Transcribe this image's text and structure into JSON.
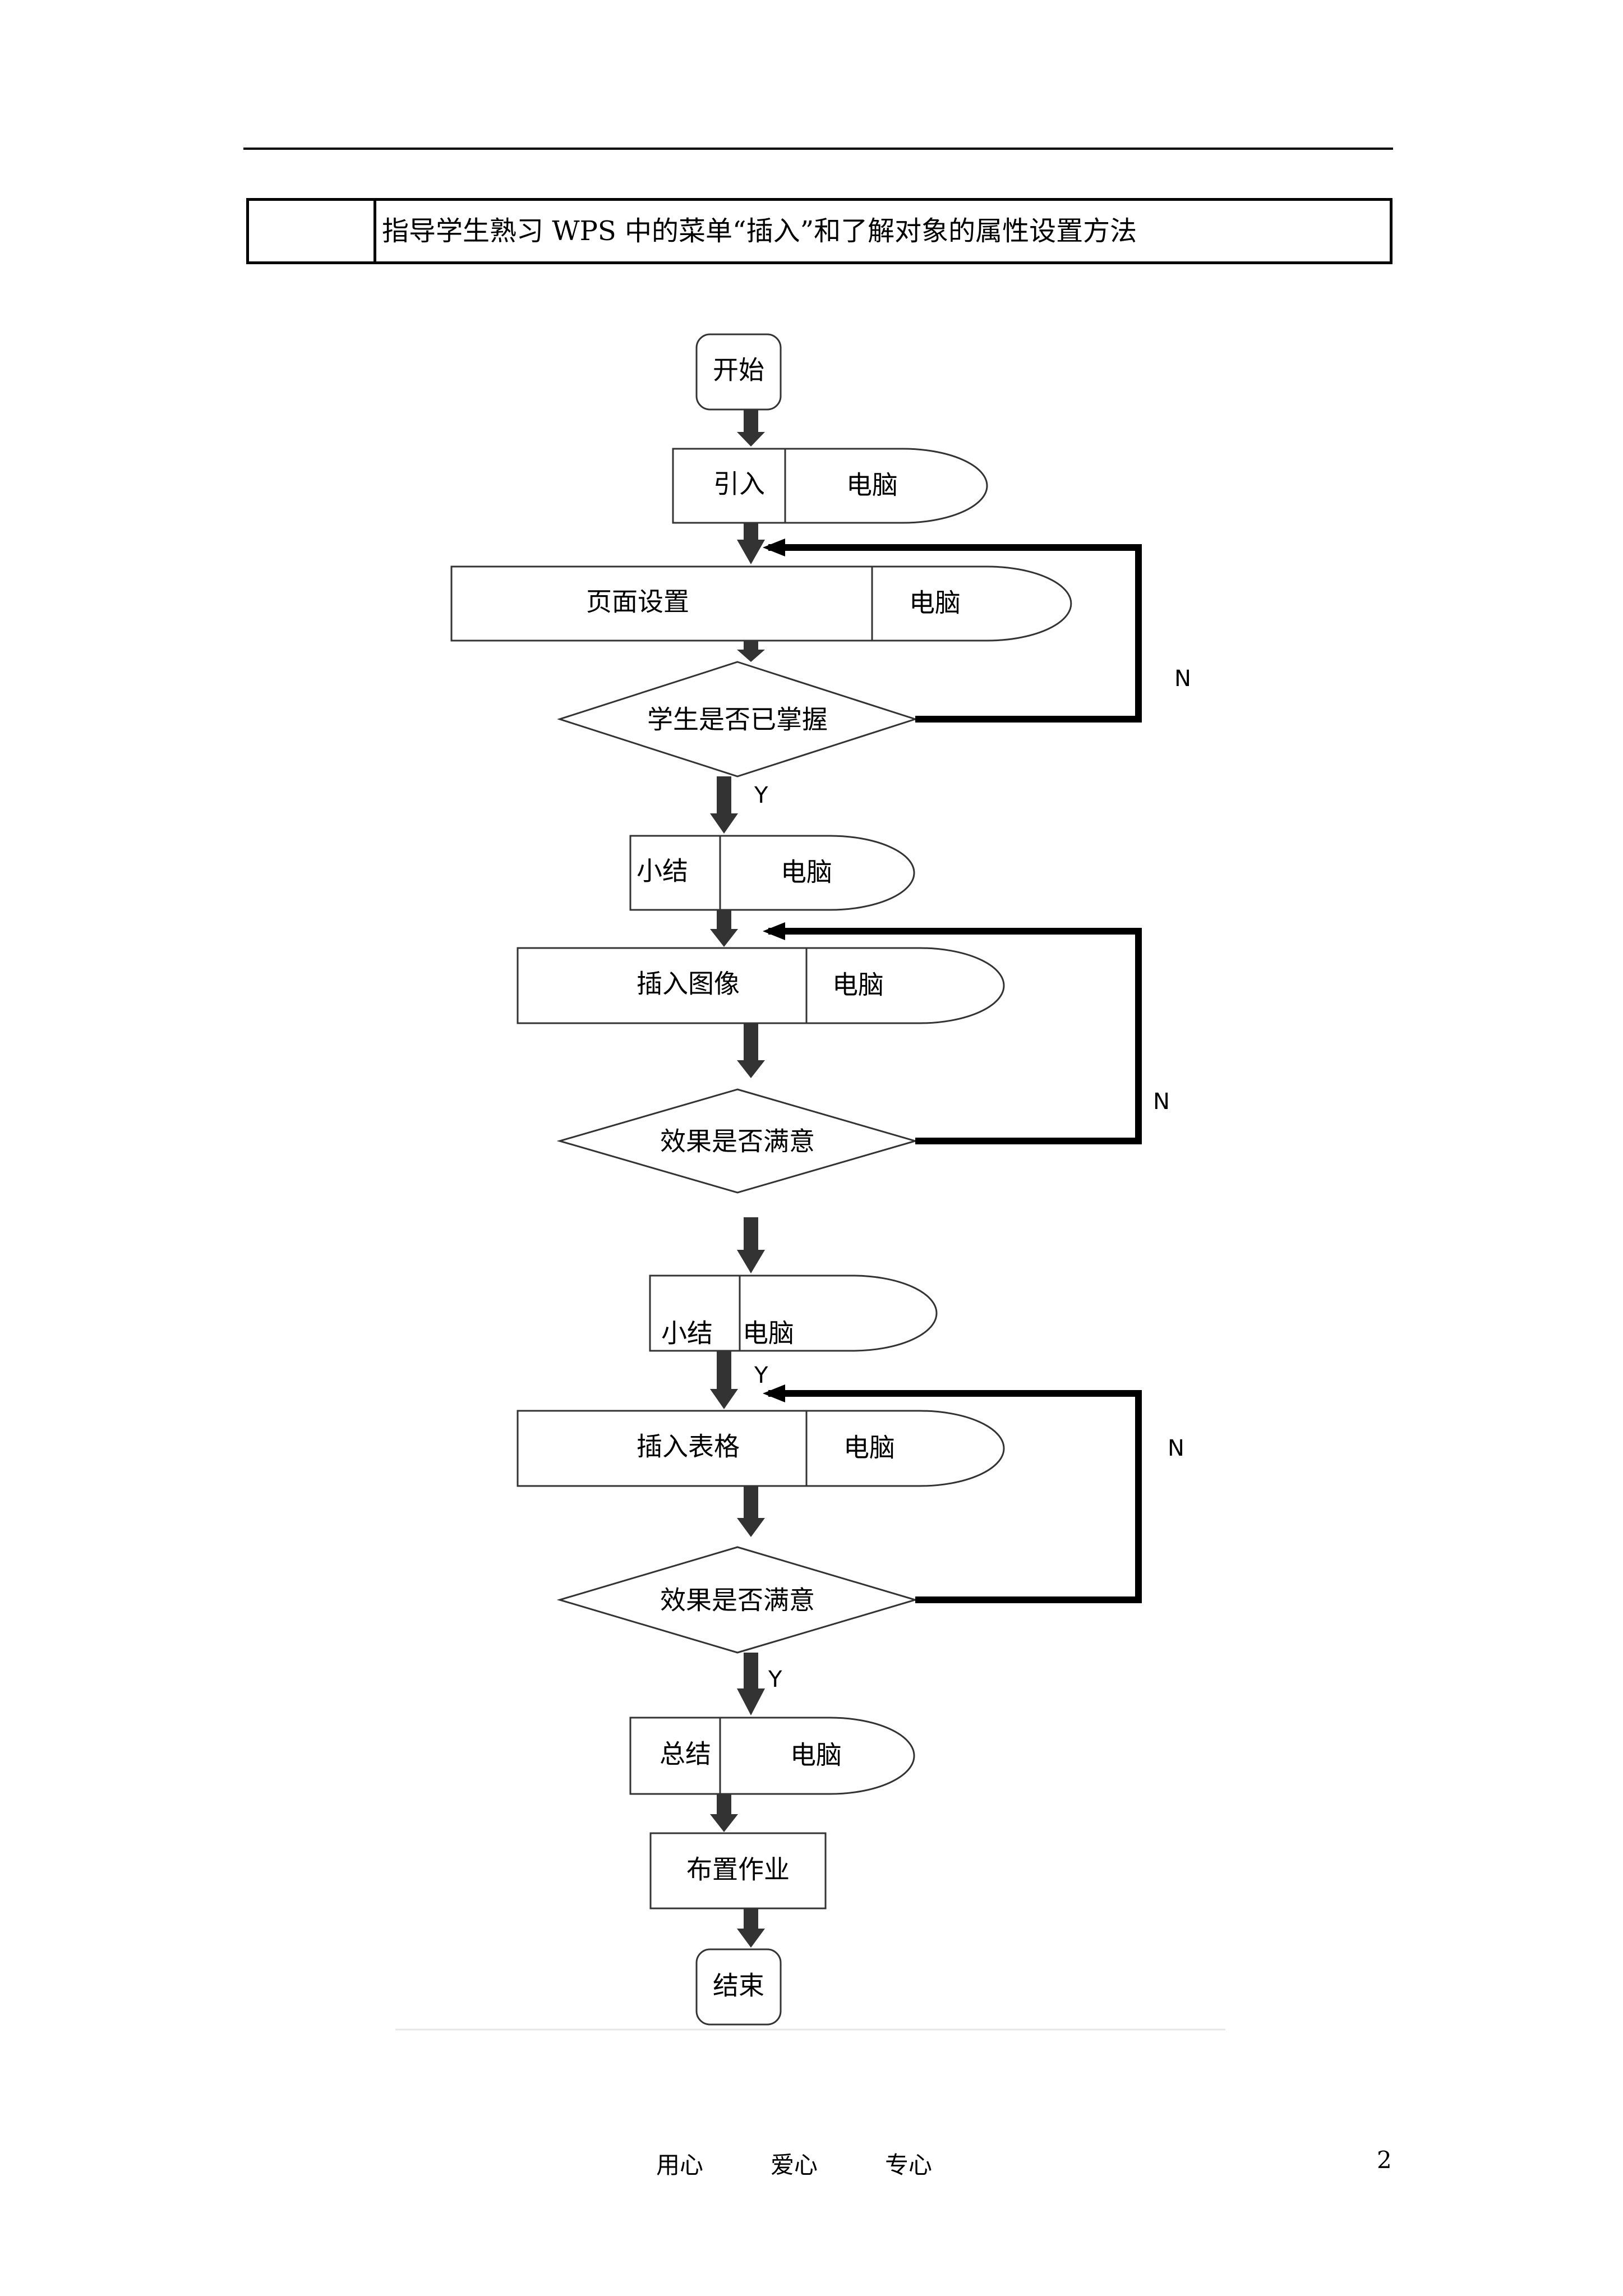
{
  "header": {
    "objective": "指导学生熟习 WPS 中的菜单“插入”和了解对象的属性设置方法"
  },
  "flowchart": {
    "start": "开始",
    "steps": {
      "intro": {
        "label": "引入",
        "media": "电脑"
      },
      "page_setup": {
        "label": "页面设置",
        "media": "电脑"
      },
      "summary1": {
        "label": "小结",
        "media": "电脑"
      },
      "insert_image": {
        "label": "插入图像",
        "media": "电脑"
      },
      "summary2": {
        "label": "小结",
        "media": "电脑"
      },
      "insert_table": {
        "label": "插入表格",
        "media": "电脑"
      },
      "final_summary": {
        "label": "总结",
        "media": "电脑"
      },
      "homework": {
        "label": "布置作业"
      }
    },
    "decisions": {
      "mastered": "学生是否已掌握",
      "image_ok": "效果是否满意",
      "table_ok": "效果是否满意"
    },
    "edge_labels": {
      "no": "N",
      "yes": "Y"
    },
    "end": "结束"
  },
  "footer": {
    "motto": [
      "用心",
      "爱心",
      "专心"
    ],
    "page_number": "2"
  }
}
